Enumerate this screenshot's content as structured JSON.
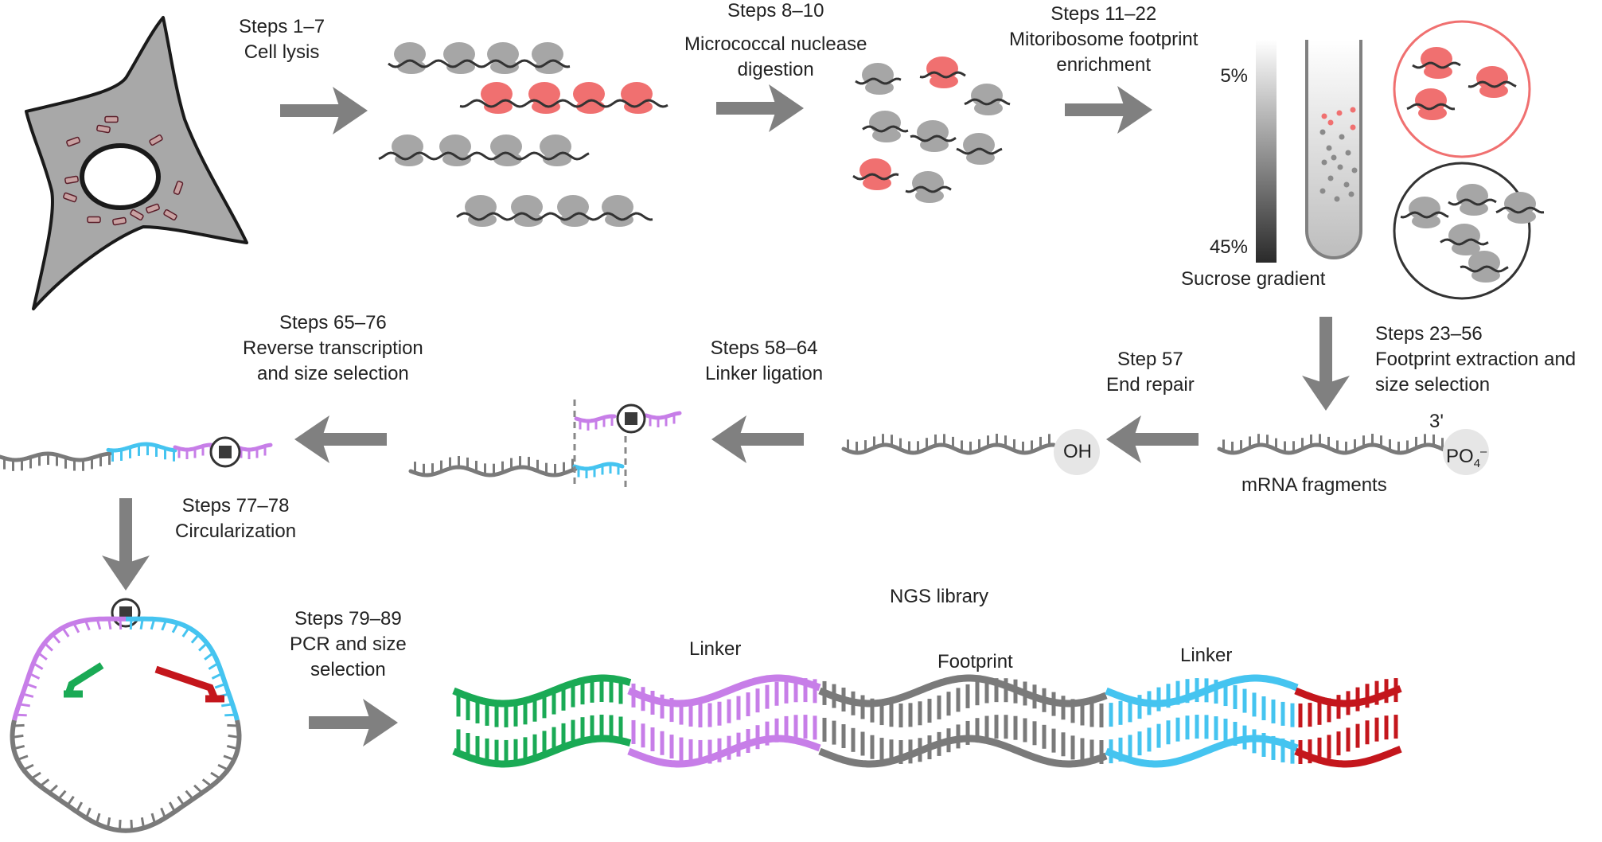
{
  "figure": {
    "steps": {
      "s1": [
        "Steps 1–7",
        "Cell lysis"
      ],
      "s2": [
        "Steps 8–10",
        "Micrococcal nuclease",
        "digestion"
      ],
      "s3": [
        "Steps 11–22",
        "Mitoribosome footprint",
        "enrichment"
      ],
      "s4": [
        "Steps 23–56",
        "Footprint extraction and",
        "size selection"
      ],
      "s5": [
        "Step 57",
        "End repair"
      ],
      "s6": [
        "Steps 58–64",
        "Linker ligation"
      ],
      "s7": [
        "Steps 65–76",
        "Reverse transcription",
        "and size selection"
      ],
      "s8": [
        "Steps 77–78",
        "Circularization"
      ],
      "s9": [
        "Steps 79–89",
        "PCR and size",
        "selection"
      ]
    },
    "gradient": {
      "top_label": "5%",
      "bottom_label": "45%",
      "caption": "Sucrose gradient"
    },
    "fragments": {
      "caption": "mRNA fragments",
      "three_prime": "3'",
      "phosphate": "PO",
      "phosphate_sub": "4",
      "phosphate_sup": "–",
      "hydroxyl": "OH"
    },
    "library": {
      "title": "NGS library",
      "labels": [
        "Linker",
        "Footprint",
        "Linker"
      ]
    },
    "colors": {
      "ribosome_gray": "#a6a6a6",
      "mito_ribosome_red": "#f07070",
      "rna_gray": "#7a7a7a",
      "linker_purple": "#c77ee8",
      "linker_blue": "#45c4f0",
      "primer_green": "#1aaa55",
      "primer_red": "#c4161c",
      "arrow_gray": "#808080"
    }
  }
}
